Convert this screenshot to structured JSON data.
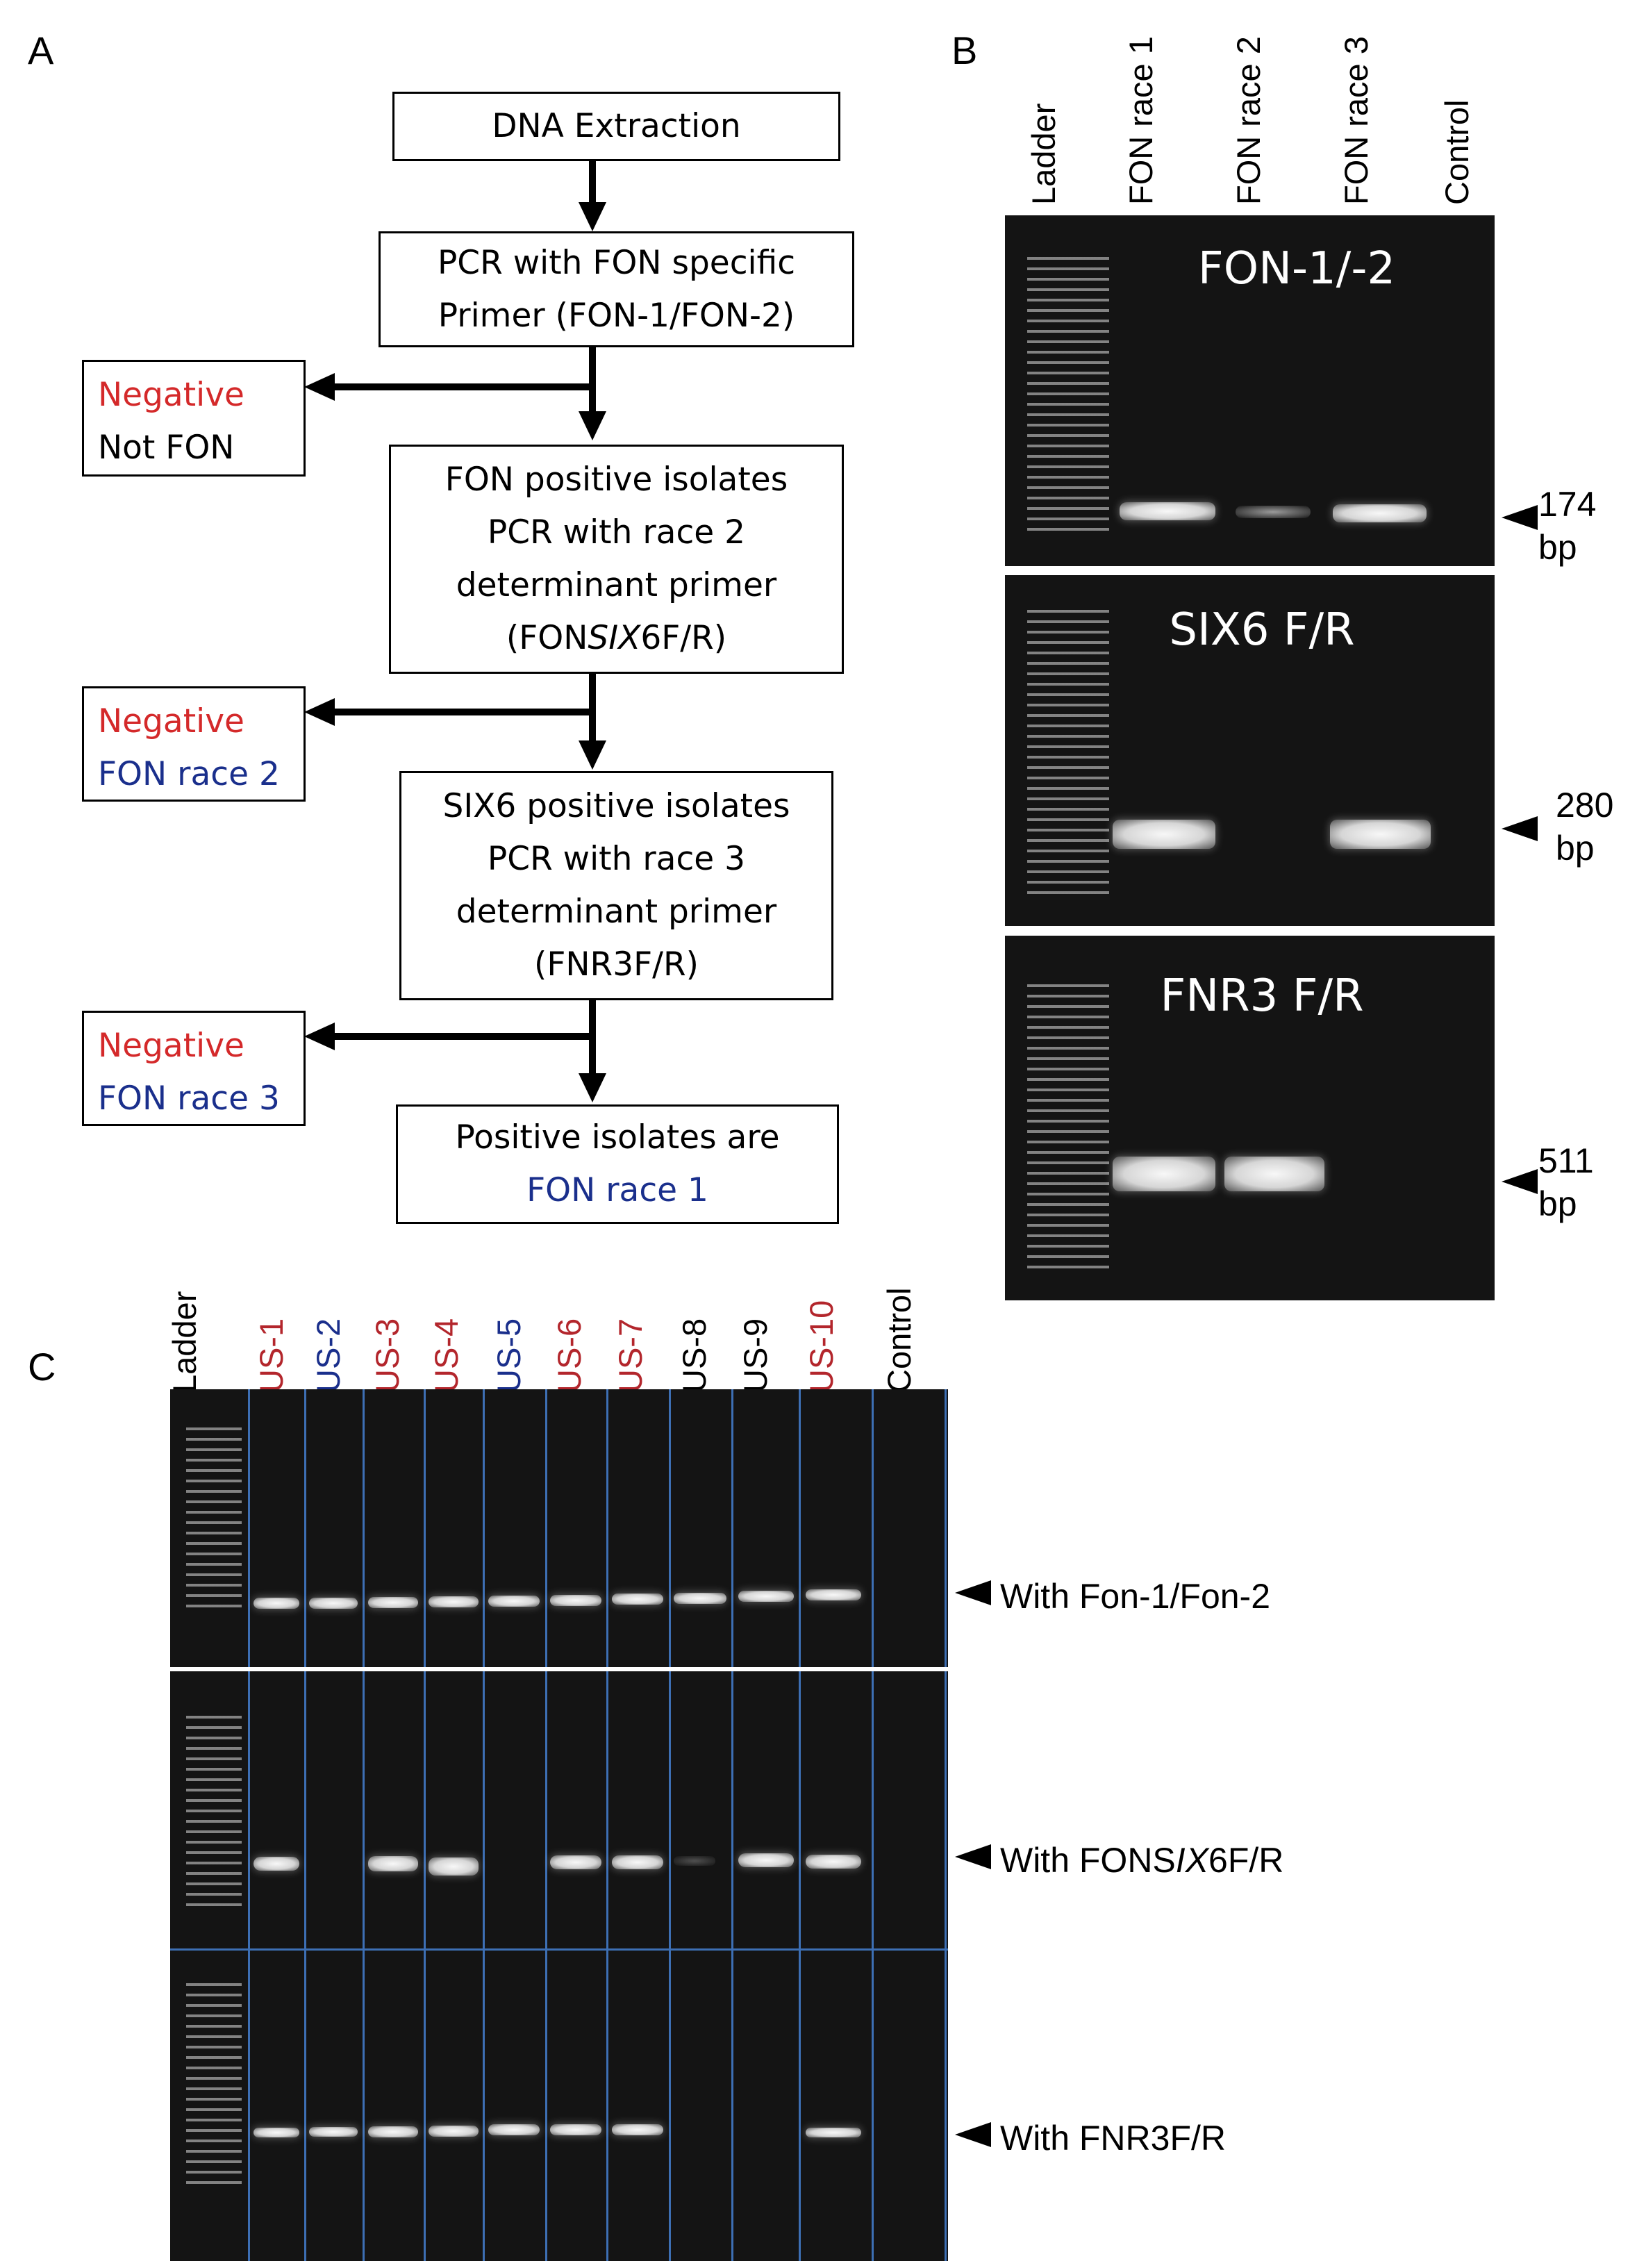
{
  "panels": {
    "a": "A",
    "b": "B",
    "c": "C"
  },
  "flowchart": {
    "dna_extraction": "DNA Extraction",
    "pcr_fon_line1": "PCR with FON specific",
    "pcr_fon_line2": "Primer (FON-1/FON-2)",
    "neg1_label": "Negative",
    "neg1_result": "Not FON",
    "fon_pos_line1": "FON positive isolates",
    "fon_pos_line2": "PCR with race 2",
    "fon_pos_line3": "determinant primer",
    "fon_pos_line4_pre": "(FON",
    "fon_pos_line4_it": "SIX",
    "fon_pos_line4_post": "6F/R)",
    "neg2_label": "Negative",
    "neg2_result": "FON race 2",
    "six6_line1": "SIX6 positive isolates",
    "six6_line2": "PCR with race 3",
    "six6_line3": "determinant primer",
    "six6_line4": "(FNR3F/R)",
    "neg3_label": "Negative",
    "neg3_result": "FON race 3",
    "final_line1": "Positive isolates are",
    "final_line2": "FON race 1"
  },
  "panel_b": {
    "lanes": [
      "Ladder",
      "FON race 1",
      "FON race 2",
      "FON race 3",
      "Control"
    ],
    "gels": [
      {
        "title": "FON-1/-2",
        "size": "174",
        "unit": "bp"
      },
      {
        "title": "SIX6 F/R",
        "size": "280",
        "unit": "bp"
      },
      {
        "title": "FNR3 F/R",
        "size": "511",
        "unit": "bp"
      }
    ]
  },
  "panel_c": {
    "lanes": [
      "Ladder",
      "US-1",
      "US-2",
      "US-3",
      "US-4",
      "US-5",
      "US-6",
      "US-7",
      "US-8",
      "US-9",
      "US-10",
      "Control"
    ],
    "lane_colors": [
      "#000000",
      "#b3262c",
      "#1a2f8c",
      "#b3262c",
      "#b3262c",
      "#1a2f8c",
      "#b3262c",
      "#b3262c",
      "#000000",
      "#000000",
      "#b3262c",
      "#000000"
    ],
    "row1": "With Fon-1/Fon-2",
    "row2_pre": "With FONS",
    "row2_it": "IX",
    "row2_post": "6F/R",
    "row3": "With FNR3F/R"
  }
}
